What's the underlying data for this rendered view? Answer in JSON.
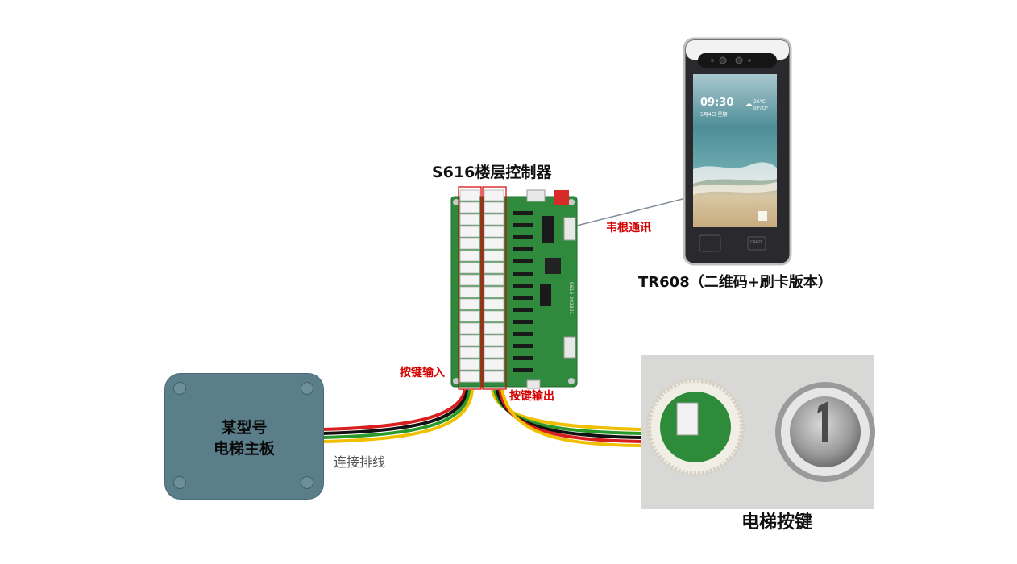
{
  "labels": {
    "controller_title": "S616楼层控制器",
    "terminal_title": "TR608（二维码+刷卡版本）",
    "button_title": "电梯按键",
    "wiegand": "韦根通讯",
    "key_input": "按键输入",
    "key_output": "按键输出",
    "cable": "连接排线"
  },
  "mainboard": {
    "line1": "某型号",
    "line2": "电梯主板"
  },
  "terminal_screen": {
    "time": "09:30",
    "date": "5月4日 星期一",
    "temp": "26°C",
    "temp_range": "20°/32°",
    "card_label": "CARD"
  },
  "colors": {
    "pcb": "#2f8a3d",
    "mainboard": "#5b7f8a",
    "wire_red": "#d81e1e",
    "wire_black": "#111111",
    "wire_green": "#2a9a2a",
    "wire_yellow": "#f0c000",
    "label_red": "#d40000"
  }
}
